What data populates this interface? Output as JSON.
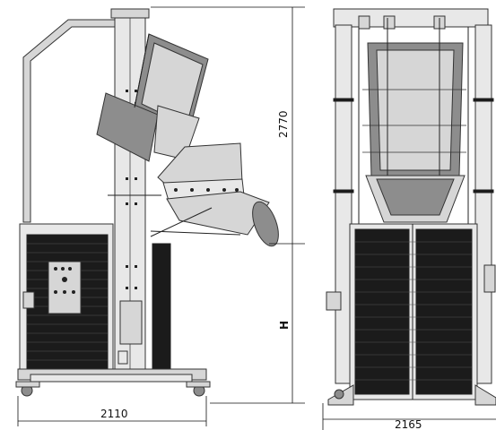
{
  "dimensions": {
    "height_total": "2770",
    "height_variable": "H",
    "width_side": "2110",
    "width_front": "2165"
  }
}
